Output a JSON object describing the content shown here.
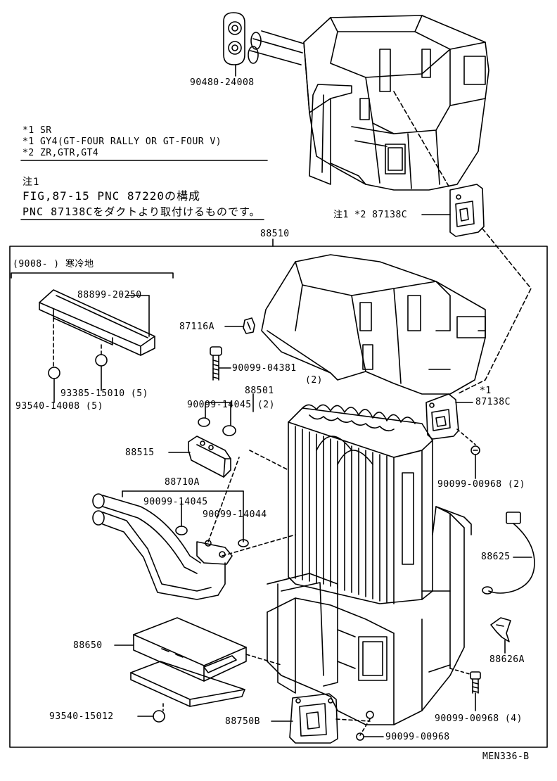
{
  "diagram": {
    "notes": {
      "line1": "*1 SR",
      "line2": "*1 GY4(GT-FOUR RALLY OR GT-FOUR V)",
      "line3": "*2 ZR,GTR,GT4",
      "chu1": "注1",
      "fig_line": "FIG,87-15 PNC 87220の構成",
      "pnc_line": "PNC 87138Cをダクトより取付けるものです。"
    },
    "bracket_label": "(9008-      ) 寒冷地",
    "figure_id": "MEN336-B",
    "labels": {
      "p90480": "90480-24008",
      "p87138c_top": "注1 *2 87138C",
      "p88510": "88510",
      "p88899": "88899-20250",
      "p87116a": "87116A",
      "p90099_04381": "90099-04381",
      "p90099_04381_qty": "(2)",
      "p88501": "88501",
      "p90099_14045_2": "90099-14045 (2)",
      "p87138c_star1": "*1",
      "p87138c_mid": "87138C",
      "p93385": "93385-15010 (5)",
      "p93540_14008": "93540-14008 (5)",
      "p88515": "88515",
      "p88710a": "88710A",
      "p90099_14045": "90099-14045",
      "p90099_14044": "90099-14044",
      "p90099_00968_2": "90099-00968 (2)",
      "p88625": "88625",
      "p88626a": "88626A",
      "p88650": "88650",
      "p93540_15012": "93540-15012",
      "p88750b": "88750B",
      "p90099_00968_4": "90099-00968 (4)",
      "p90099_00968": "90099-00968"
    }
  }
}
